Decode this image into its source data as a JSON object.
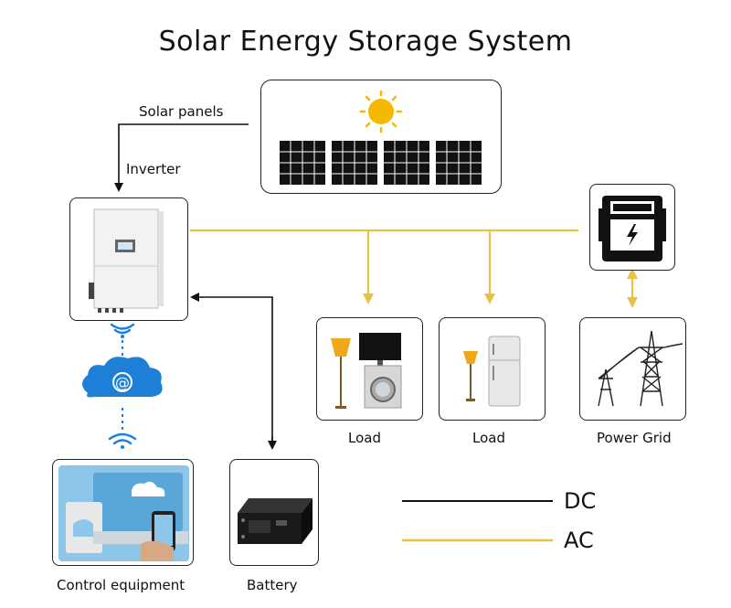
{
  "title": "Solar Energy Storage System",
  "labels": {
    "solar_panels": "Solar panels",
    "inverter": "Inverter",
    "load_1": "Load",
    "load_2": "Load",
    "power_grid": "Power Grid",
    "control_equipment": "Control equipment",
    "battery": "Battery"
  },
  "legend": [
    {
      "label": "DC",
      "color": "#111111"
    },
    {
      "label": "AC",
      "color": "#e8c244"
    }
  ],
  "colors": {
    "ac_line": "#e8c244",
    "dc_line": "#111111",
    "cloud": "#1e7fd6",
    "sun": "#f5b800"
  }
}
